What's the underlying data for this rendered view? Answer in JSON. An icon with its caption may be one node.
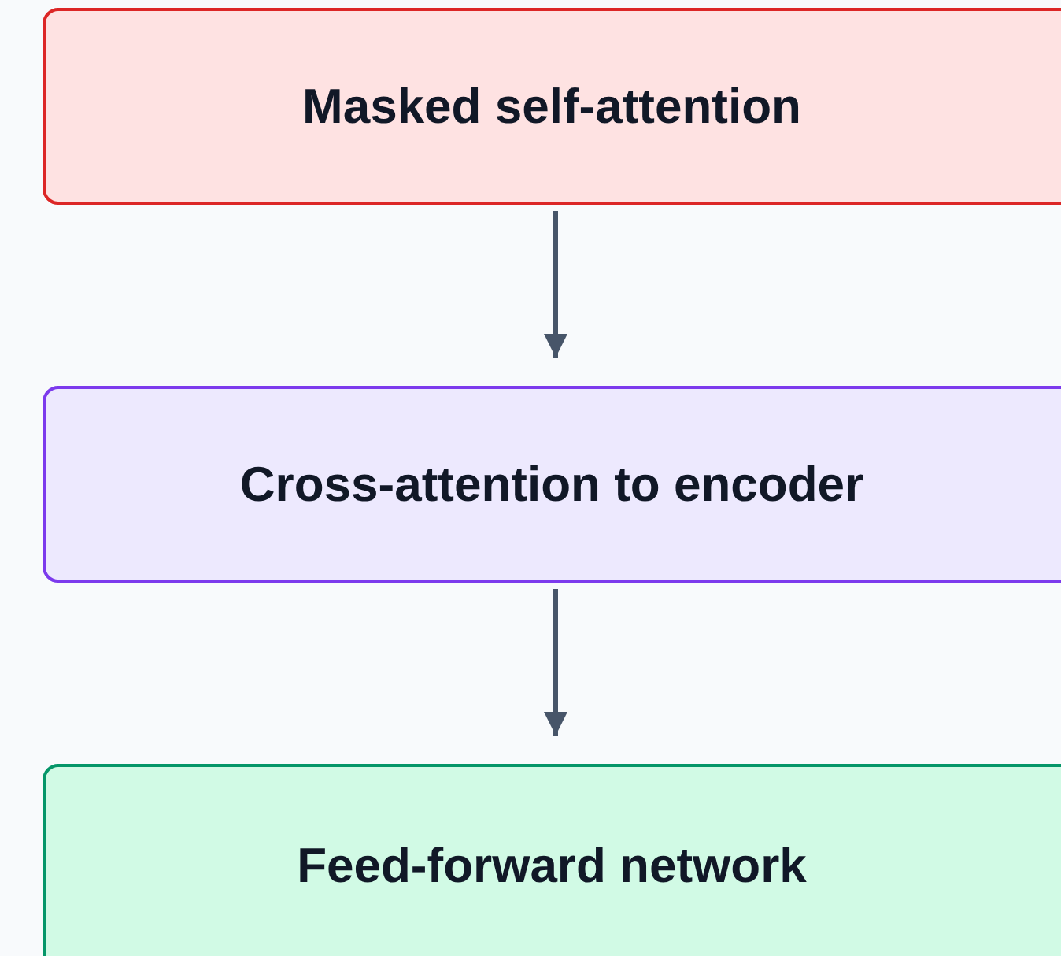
{
  "diagram": {
    "nodes": [
      {
        "text": [
          "Masked self-attention"
        ]
      },
      {
        "text": [
          "Cross-attention to encoder"
        ]
      },
      {
        "text": [
          "Feed-forward network"
        ]
      }
    ],
    "edges": [
      {
        "from": 0,
        "to": 1,
        "arrow": "to"
      },
      {
        "from": 1,
        "to": 2,
        "arrow": "to"
      }
    ]
  }
}
